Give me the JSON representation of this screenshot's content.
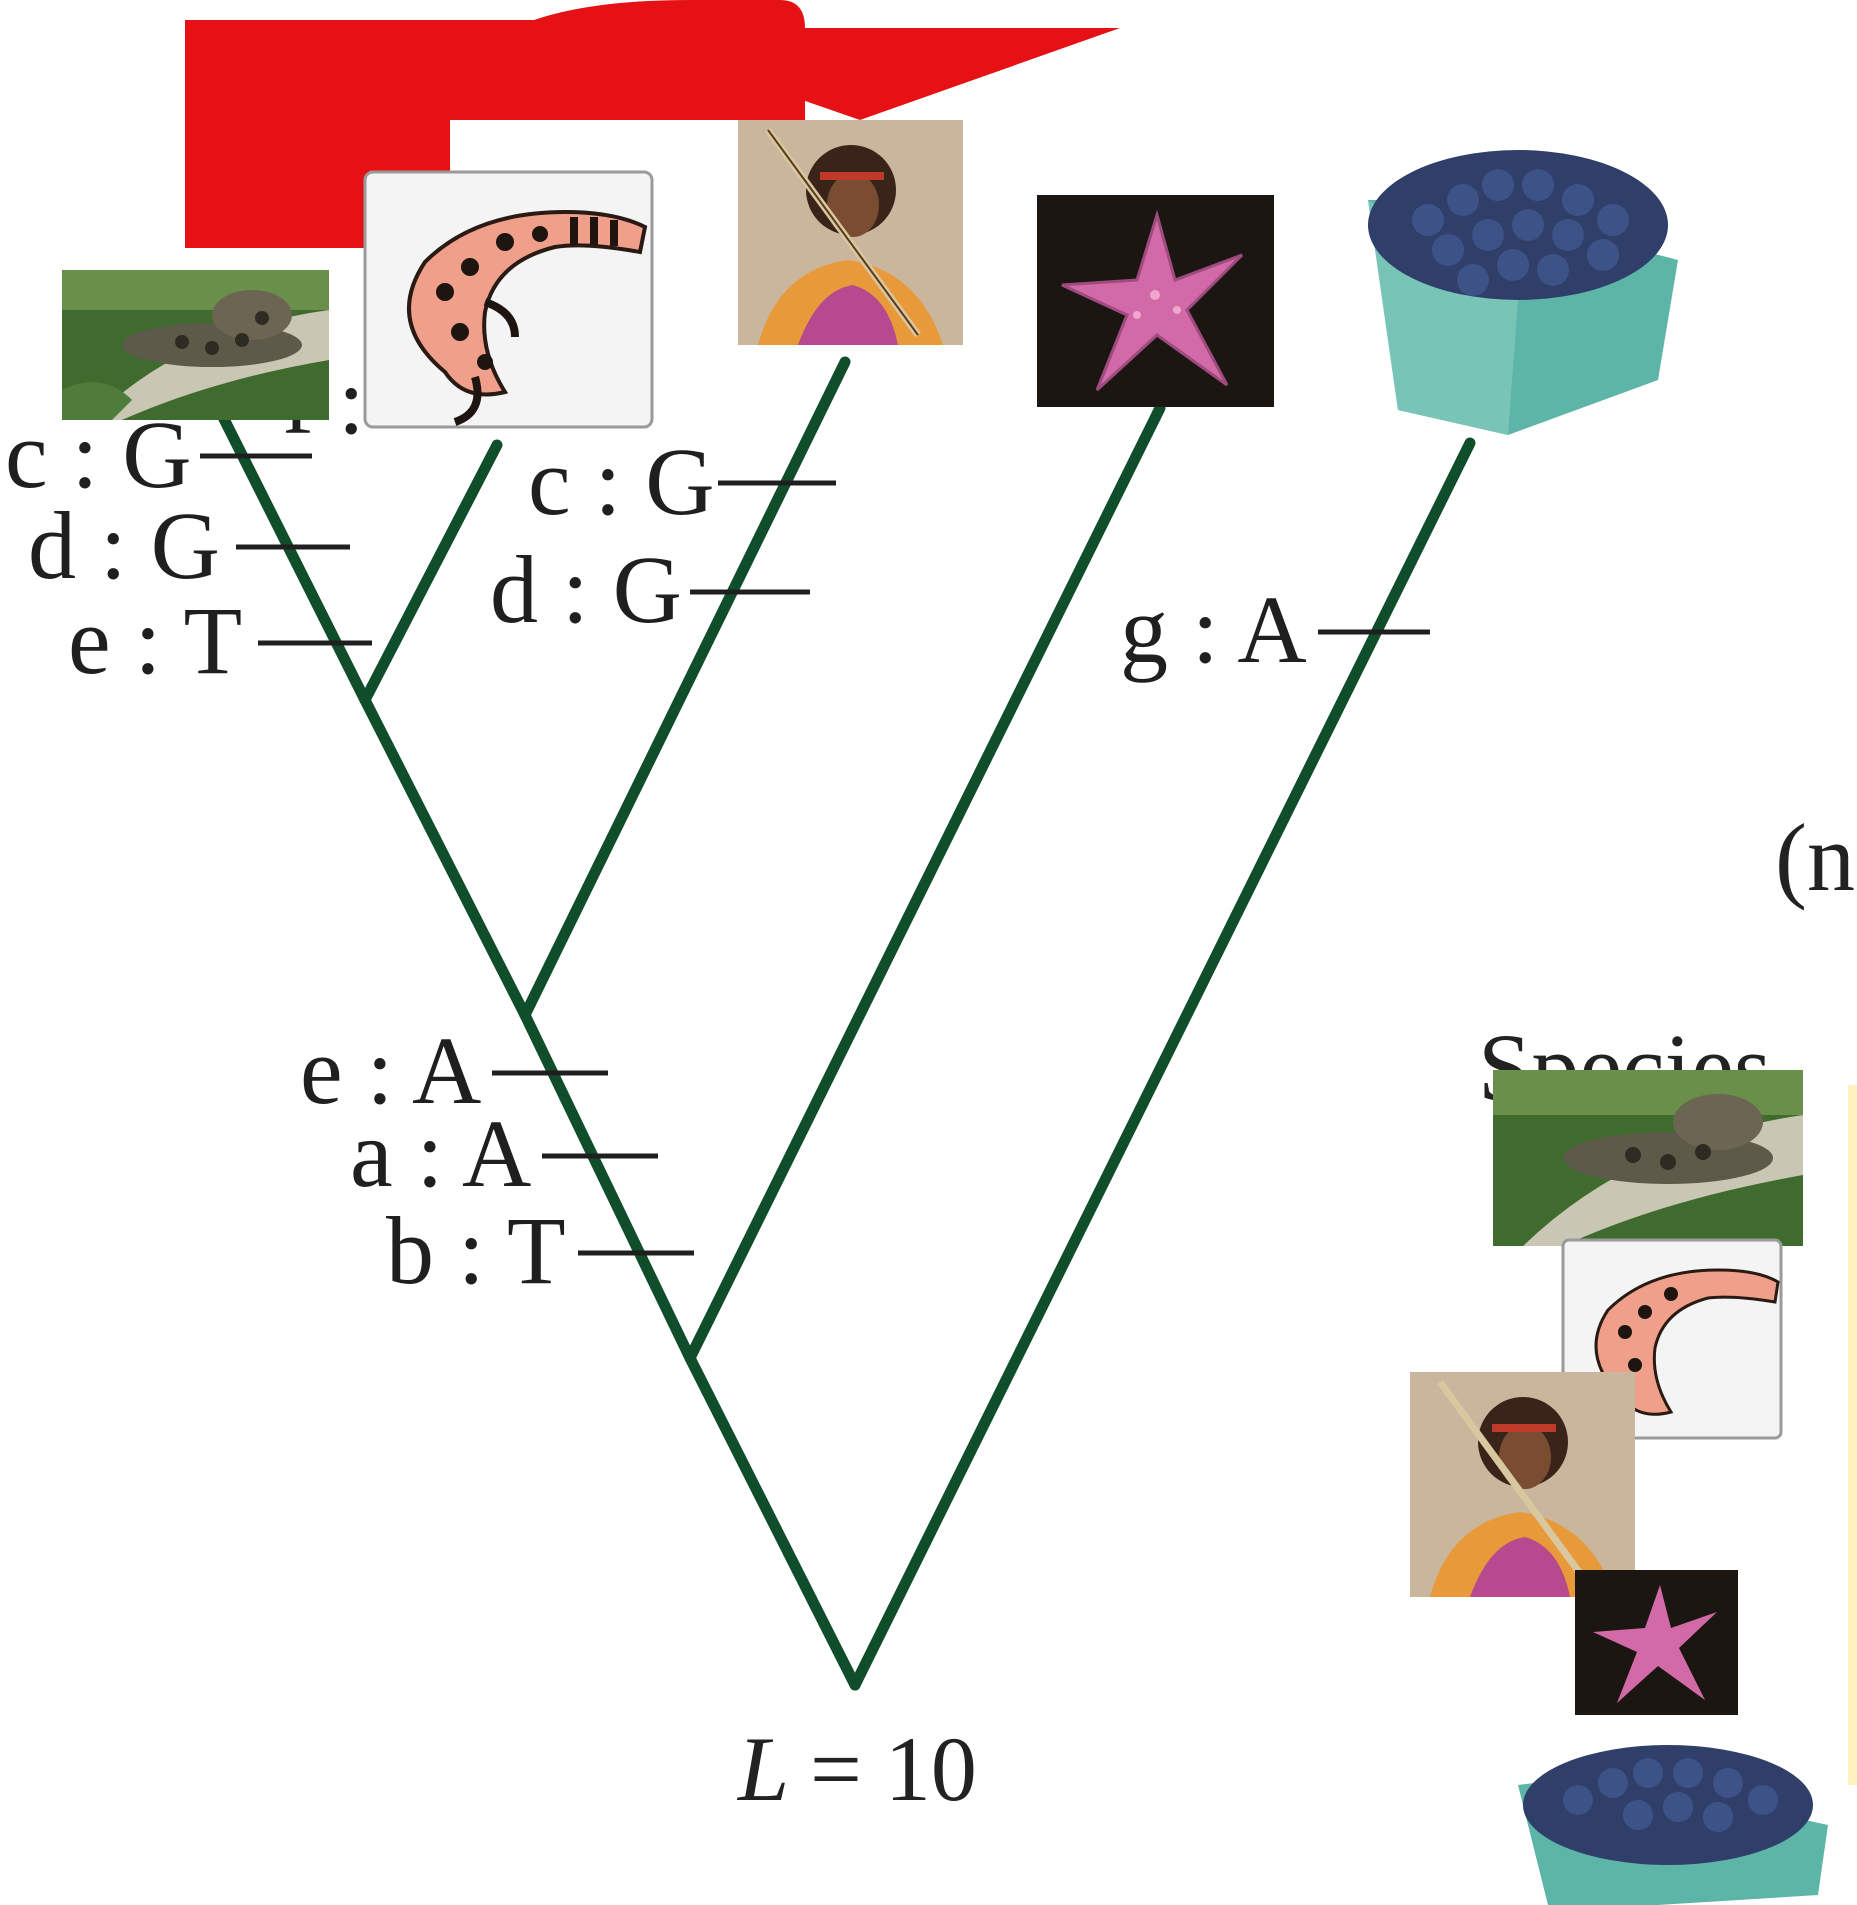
{
  "tree": {
    "branch_color": "#0f4d2b",
    "arrow_color": "#e51114"
  },
  "taxa": [
    {
      "name": "rattlesnake",
      "icon": "snake-icon"
    },
    {
      "name": "gila-monster",
      "icon": "gila-monster-icon"
    },
    {
      "name": "guitarist",
      "icon": "human-guitarist-icon"
    },
    {
      "name": "starfish",
      "icon": "starfish-icon"
    },
    {
      "name": "blueberries",
      "icon": "blueberry-icon"
    }
  ],
  "mutations": {
    "snake_c": "c : G",
    "snake_d": "d : G",
    "snake_e": "e : T",
    "partial_f": "f :",
    "human_c": "c : G",
    "human_d": "d : G",
    "blueberry_g": "g : A",
    "trunk_e": "e : A",
    "trunk_a": "a : A",
    "trunk_b": "b : T"
  },
  "score": {
    "var": "L",
    "eq": "= 10"
  },
  "right_panel": {
    "paren": "(n",
    "heading": "Species"
  }
}
